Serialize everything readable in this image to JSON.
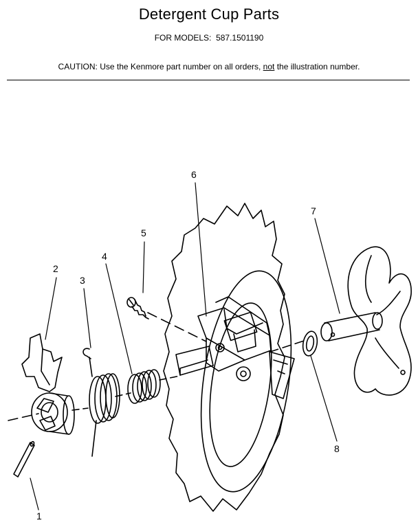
{
  "header": {
    "title": "Detergent Cup Parts",
    "models_label": "FOR MODELS:",
    "models_value": "587.1501190",
    "caution_prefix": "CAUTION:  Use the Kenmore part number on all orders, ",
    "caution_emphasis": "not",
    "caution_suffix": " the illustration number."
  },
  "callouts": [
    "1",
    "2",
    "3",
    "4",
    "5",
    "6",
    "7",
    "8"
  ],
  "colors": {
    "ink": "#000000",
    "paper": "#ffffff"
  }
}
